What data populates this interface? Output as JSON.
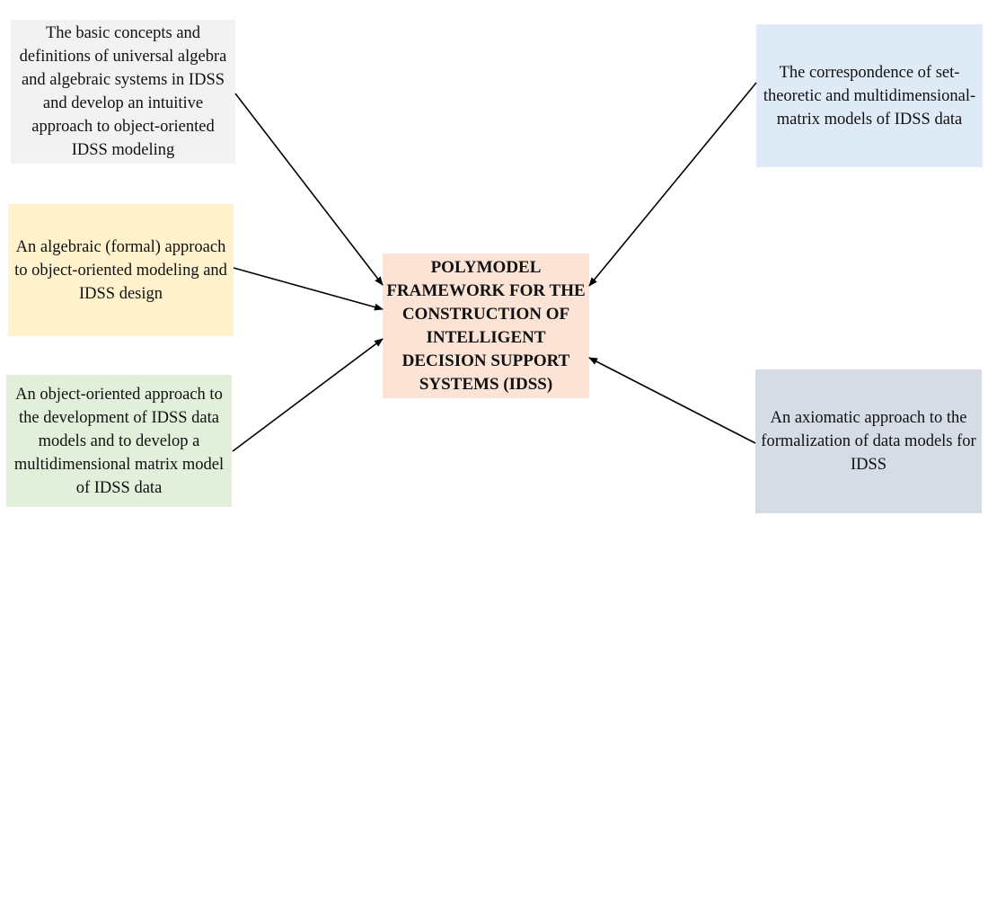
{
  "diagram": {
    "center": {
      "text": "POLYMODEL FRAMEWORK FOR THE CONSTRUCTION OF INTELLIGENT DECISION SUPPORT SYSTEMS (IDSS)",
      "color": "#fbe3d6"
    },
    "inputs": [
      {
        "id": "top-left",
        "text": "The basic concepts and definitions of universal algebra and algebraic systems in IDSS and develop an intuitive approach to object-oriented IDSS modeling",
        "color": "#f2f2f2"
      },
      {
        "id": "middle-left",
        "text": "An algebraic (formal) approach to object-oriented modeling and IDSS design",
        "color": "#fff2cc"
      },
      {
        "id": "bottom-left",
        "text": "An object-oriented approach to the development of IDSS data models and to develop a multidimensional matrix model of IDSS data",
        "color": "#e2efda"
      },
      {
        "id": "top-right",
        "text": "The correspondence of set-theoretic and multidimensional-matrix models of IDSS data",
        "color": "#deebf7"
      },
      {
        "id": "bottom-right",
        "text": "An axiomatic approach to the formalization of data models for IDSS",
        "color": "#d6dce5"
      }
    ],
    "arrows": [
      {
        "from": "top-left",
        "to": "center"
      },
      {
        "from": "middle-left",
        "to": "center"
      },
      {
        "from": "bottom-left",
        "to": "center"
      },
      {
        "from": "top-right",
        "to": "center"
      },
      {
        "from": "bottom-right",
        "to": "center"
      }
    ],
    "arrow_color": "#000000"
  }
}
